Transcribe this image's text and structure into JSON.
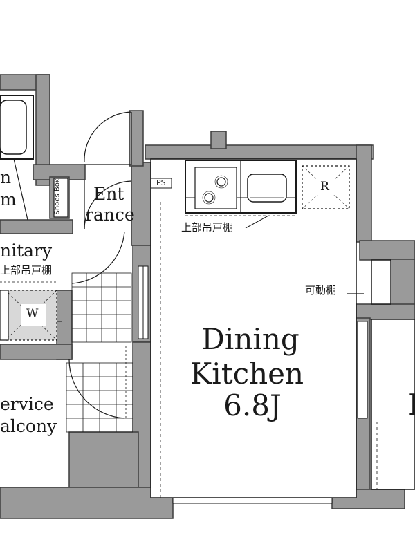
{
  "rooms": {
    "dining_kitchen": {
      "line1": "Dining",
      "line2": "Kitchen",
      "size": "6.8J"
    },
    "entrance": {
      "line1": "Ent",
      "line2": "rance"
    },
    "sanitary": {
      "label": "nitary",
      "storage": "上部吊戸棚"
    },
    "service_balcony": {
      "line1": "ervice",
      "line2": "alcony"
    },
    "bath_fragment": {
      "line1": "n",
      "line2": "m"
    },
    "right_room_fragment": "I"
  },
  "fixtures": {
    "shoes_box": "Shoes Box",
    "ps": "PS",
    "refrigerator": "R",
    "washer": "W",
    "upper_cabinet": "上部吊戸棚",
    "movable_shelf": "可動棚"
  },
  "colors": {
    "wall": "#9a9a9a",
    "wall_outline": "#3c3c3c",
    "line": "#1a1a1a"
  }
}
